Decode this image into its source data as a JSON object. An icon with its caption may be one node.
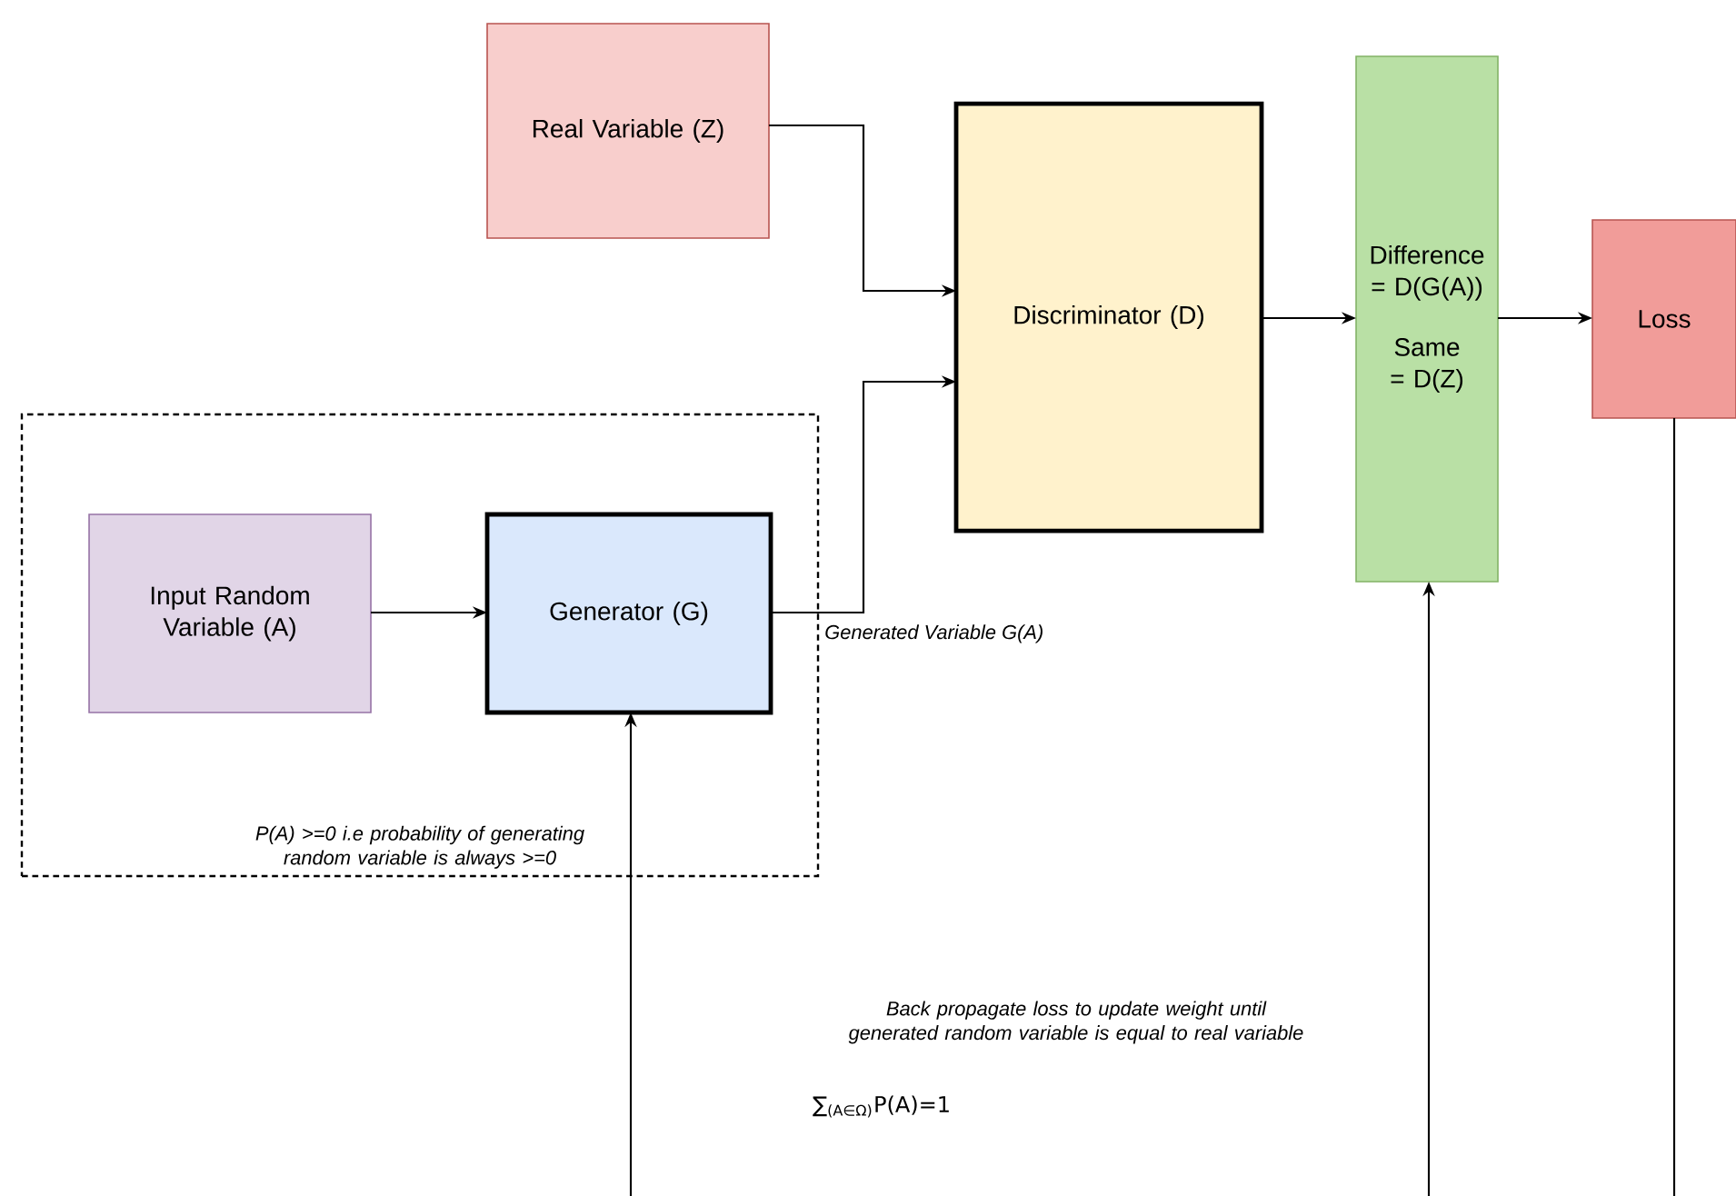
{
  "diagram": {
    "nodes": [
      {
        "text": [
          "P(A) >=0 i.e probability of generating random variable is always >=0"
        ]
      },
      {
        "text": [
          "Real Variable (Z)"
        ]
      },
      {
        "text": [
          "Input Random Variable (A)"
        ],
        "in": 0
      },
      {
        "text": [
          "Generator (G)"
        ],
        "in": 0
      },
      {
        "text": [
          "Discriminator (D)"
        ]
      },
      {
        "text": [
          "Difference = D(G(A))",
          "Same = D(Z)"
        ]
      },
      {
        "text": [
          "Loss"
        ]
      }
    ],
    "edges": [
      {
        "from": 1,
        "to": 4,
        "arrow": "to"
      },
      {
        "from": 2,
        "to": 3,
        "arrow": "to"
      },
      {
        "from": 3,
        "to": 4,
        "arrow": "to",
        "label": "Generated Variable G(A)"
      },
      {
        "from": 4,
        "to": 5,
        "arrow": "to"
      },
      {
        "from": 5,
        "to": 6,
        "arrow": "to"
      },
      {
        "from": 6,
        "to": null,
        "arrow": "none"
      },
      {
        "from": null,
        "to": 5,
        "arrow": "to"
      },
      {
        "from": null,
        "to": 3,
        "arrow": "to"
      }
    ],
    "labels": [
      "Back propagate loss to update weight until generated random variable is equal to real variable",
      "∑$_{(A∈Ω)}$P(A)=1"
    ]
  }
}
